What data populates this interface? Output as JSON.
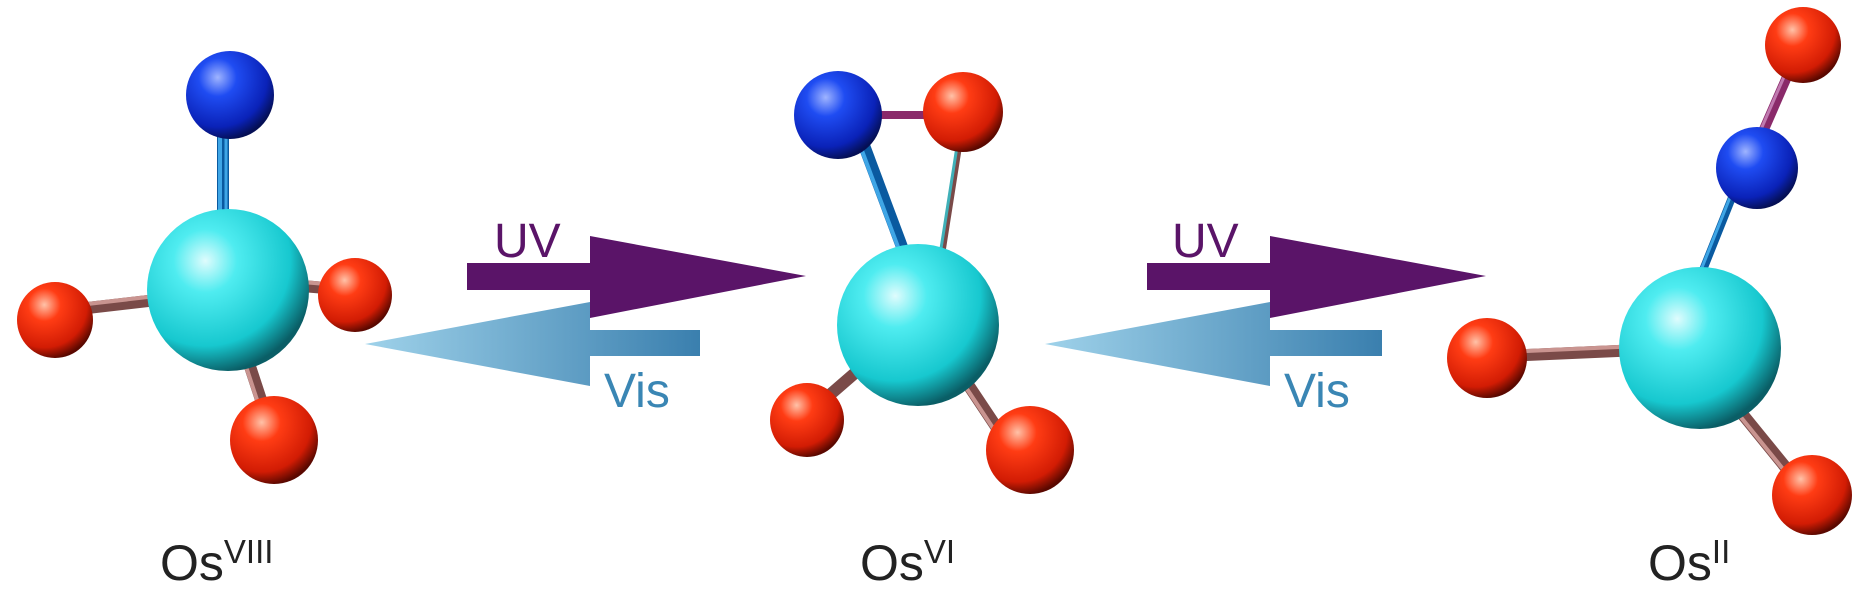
{
  "colors": {
    "osmium": "#2fe0e6",
    "nitrogen": "#1030e0",
    "oxygen": "#f02a10",
    "uv_arrow": "#5a1468",
    "vis_arrow": "#3a86b4",
    "label": "#222222"
  },
  "molecules": [
    {
      "label": "Os",
      "oxidation_state": "VIII"
    },
    {
      "label": "Os",
      "oxidation_state": "VI"
    },
    {
      "label": "Os",
      "oxidation_state": "II"
    }
  ],
  "transitions": [
    {
      "forward_label": "UV",
      "reverse_label": "Vis"
    },
    {
      "forward_label": "UV",
      "reverse_label": "Vis"
    }
  ]
}
